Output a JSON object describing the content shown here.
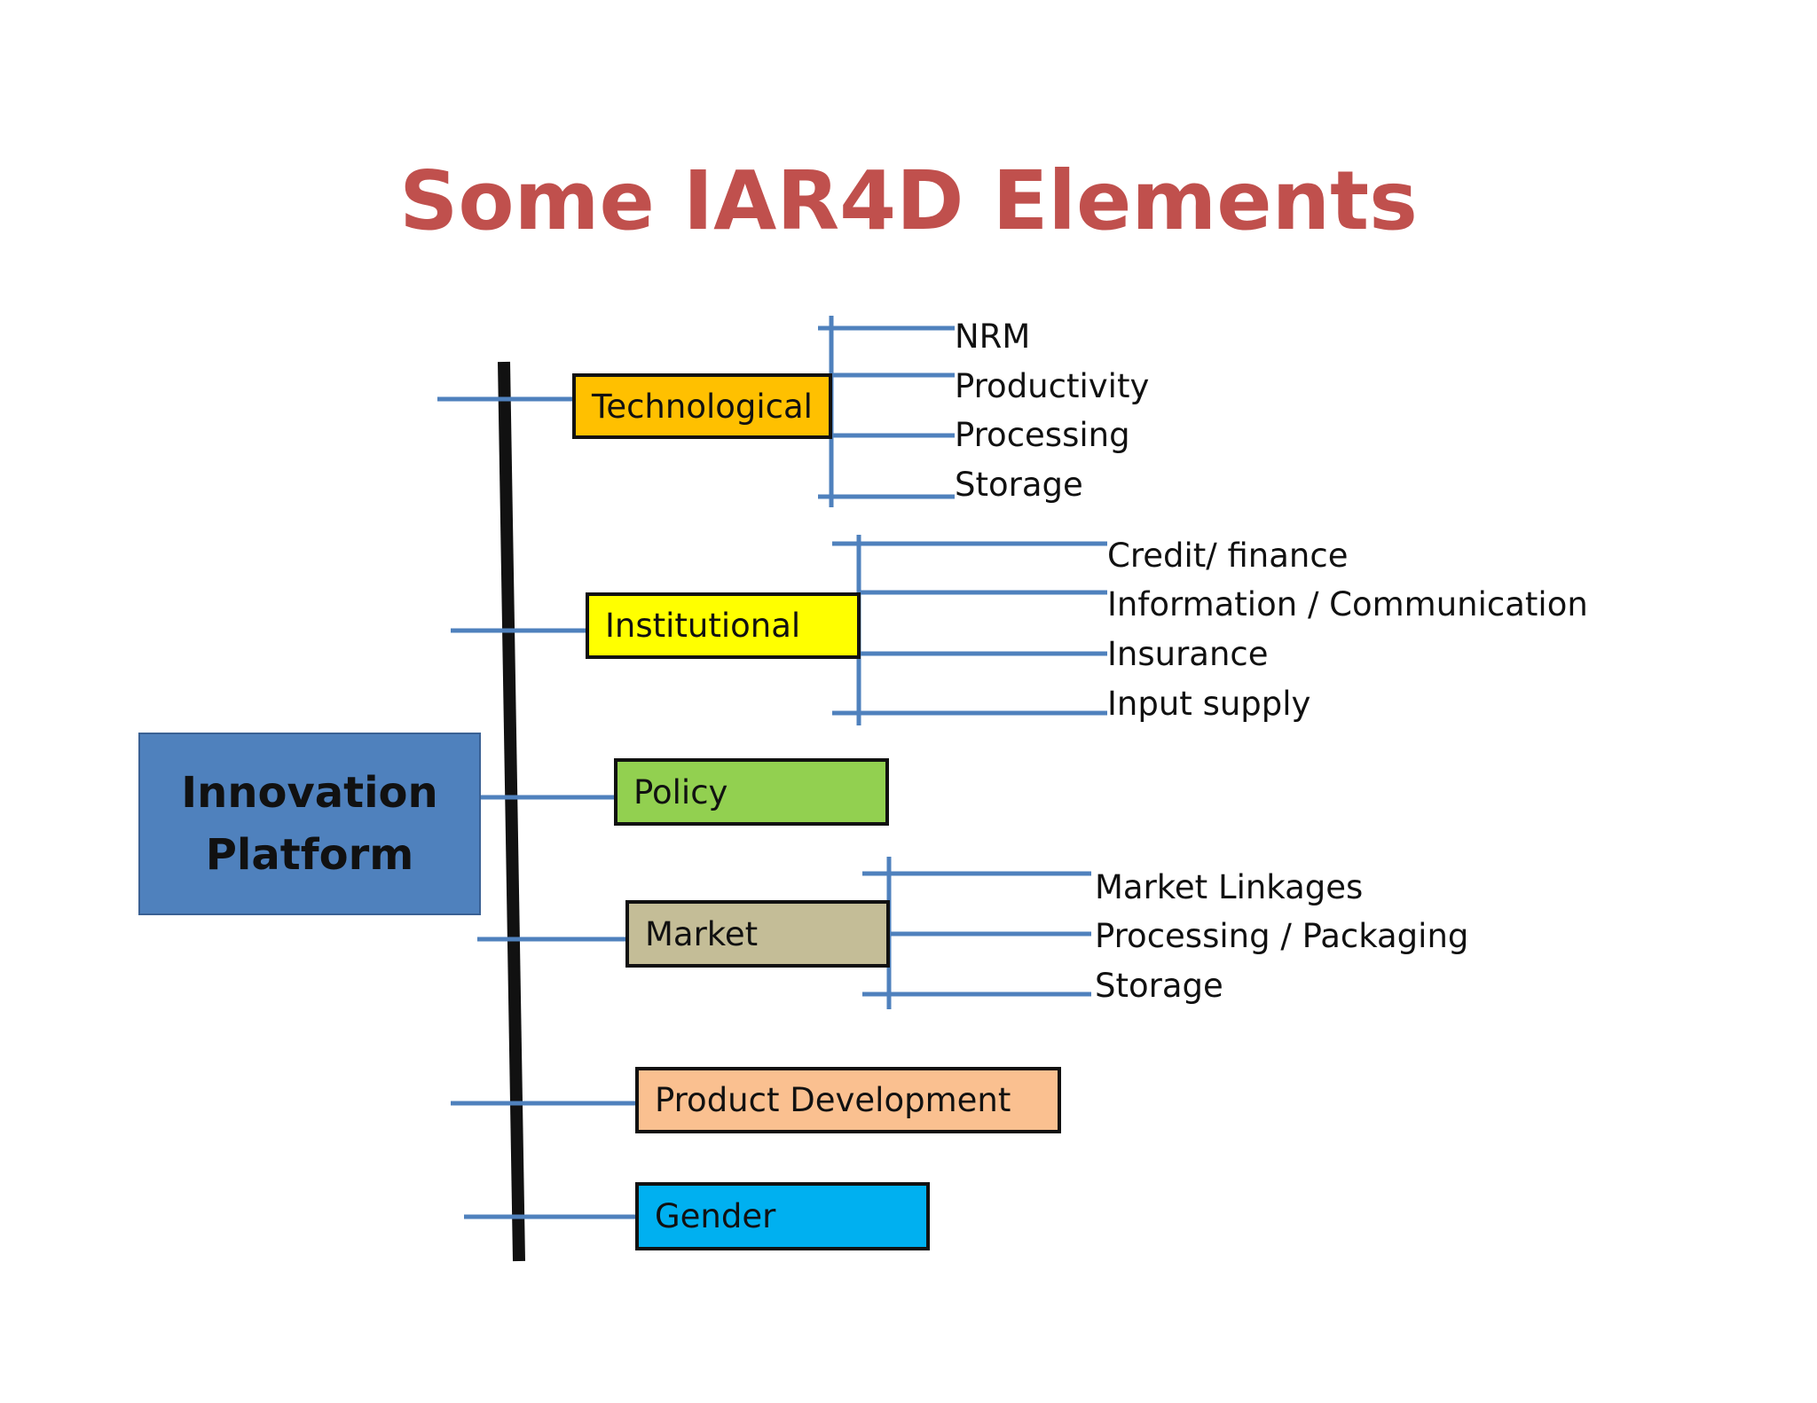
{
  "title": "Some IAR4D Elements",
  "colors": {
    "title": "#c0504d",
    "connector": "#4f81bd",
    "spine": "#111111",
    "root_fill": "#4f81bd"
  },
  "root": {
    "label": "Innovation\nPlatform"
  },
  "categories": [
    {
      "label": "Technological",
      "fill": "#ffc000",
      "items": [
        "NRM",
        "Productivity",
        "Processing",
        "Storage"
      ]
    },
    {
      "label": "Institutional",
      "fill": "#ffff00",
      "items": [
        "Credit/ finance",
        "Information / Communication",
        "Insurance",
        "Input supply"
      ]
    },
    {
      "label": "Policy",
      "fill": "#92d050",
      "items": []
    },
    {
      "label": "Market",
      "fill": "#c4bd97",
      "items": [
        "Market Linkages",
        "Processing / Packaging",
        "Storage"
      ]
    },
    {
      "label": "Product Development",
      "fill": "#fac090",
      "items": []
    },
    {
      "label": "Gender",
      "fill": "#00b0f0",
      "items": []
    }
  ]
}
